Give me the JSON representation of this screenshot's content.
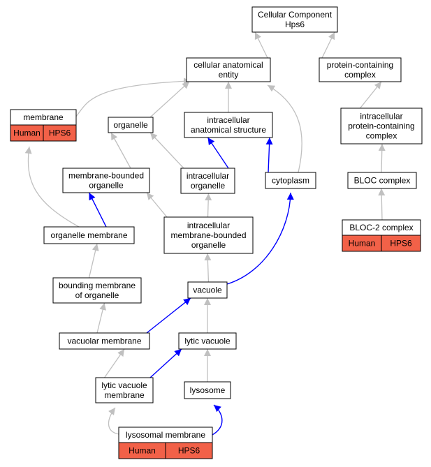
{
  "colors": {
    "is_a_edge": "#c0c0c0",
    "part_of_edge": "#0000ff",
    "annotation_fill": "#f26148",
    "node_fill": "#ffffff",
    "node_border": "#000000"
  },
  "nodes": {
    "root": {
      "lines": [
        "Cellular Component",
        "Hps6"
      ]
    },
    "cellular_anatomical_entity": {
      "lines": [
        "cellular anatomical",
        "entity"
      ]
    },
    "protein_containing_complex": {
      "lines": [
        "protein-containing",
        "complex"
      ]
    },
    "membrane": {
      "lines": [
        "membrane"
      ],
      "annotation": [
        "Human",
        "HPS6"
      ]
    },
    "organelle": {
      "lines": [
        "organelle"
      ]
    },
    "intracellular_anatomical_structure": {
      "lines": [
        "intracellular",
        "anatomical structure"
      ]
    },
    "intracellular_protein_containing_complex": {
      "lines": [
        "intracellular",
        "protein-containing",
        "complex"
      ]
    },
    "membrane_bounded_organelle": {
      "lines": [
        "membrane-bounded",
        "organelle"
      ]
    },
    "intracellular_organelle": {
      "lines": [
        "intracellular",
        "organelle"
      ]
    },
    "cytoplasm": {
      "lines": [
        "cytoplasm"
      ]
    },
    "bloc_complex": {
      "lines": [
        "BLOC complex"
      ]
    },
    "organelle_membrane": {
      "lines": [
        "organelle membrane"
      ]
    },
    "intracellular_membrane_bounded_organelle": {
      "lines": [
        "intracellular",
        "membrane-bounded",
        "organelle"
      ]
    },
    "bloc_2_complex": {
      "lines": [
        "BLOC-2 complex"
      ],
      "annotation": [
        "Human",
        "HPS6"
      ]
    },
    "bounding_membrane_of_organelle": {
      "lines": [
        "bounding membrane",
        "of organelle"
      ]
    },
    "vacuole": {
      "lines": [
        "vacuole"
      ]
    },
    "vacuolar_membrane": {
      "lines": [
        "vacuolar membrane"
      ]
    },
    "lytic_vacuole": {
      "lines": [
        "lytic vacuole"
      ]
    },
    "lytic_vacuole_membrane": {
      "lines": [
        "lytic vacuole",
        "membrane"
      ]
    },
    "lysosome": {
      "lines": [
        "lysosome"
      ]
    },
    "lysosomal_membrane": {
      "lines": [
        "lysosomal membrane"
      ],
      "annotation": [
        "Human",
        "HPS6"
      ]
    }
  },
  "edges": [
    {
      "from": "cellular_anatomical_entity",
      "to": "root",
      "relation": "is_a"
    },
    {
      "from": "protein_containing_complex",
      "to": "root",
      "relation": "is_a"
    },
    {
      "from": "membrane",
      "to": "cellular_anatomical_entity",
      "relation": "is_a"
    },
    {
      "from": "organelle",
      "to": "cellular_anatomical_entity",
      "relation": "is_a"
    },
    {
      "from": "intracellular_anatomical_structure",
      "to": "cellular_anatomical_entity",
      "relation": "is_a"
    },
    {
      "from": "cytoplasm",
      "to": "cellular_anatomical_entity",
      "relation": "is_a"
    },
    {
      "from": "intracellular_protein_containing_complex",
      "to": "protein_containing_complex",
      "relation": "is_a"
    },
    {
      "from": "membrane_bounded_organelle",
      "to": "organelle",
      "relation": "is_a"
    },
    {
      "from": "intracellular_organelle",
      "to": "organelle",
      "relation": "is_a"
    },
    {
      "from": "intracellular_organelle",
      "to": "intracellular_anatomical_structure",
      "relation": "part_of"
    },
    {
      "from": "cytoplasm",
      "to": "intracellular_anatomical_structure",
      "relation": "part_of"
    },
    {
      "from": "bloc_complex",
      "to": "intracellular_protein_containing_complex",
      "relation": "is_a"
    },
    {
      "from": "organelle_membrane",
      "to": "membrane",
      "relation": "is_a"
    },
    {
      "from": "organelle_membrane",
      "to": "membrane_bounded_organelle",
      "relation": "part_of"
    },
    {
      "from": "intracellular_membrane_bounded_organelle",
      "to": "membrane_bounded_organelle",
      "relation": "is_a"
    },
    {
      "from": "intracellular_membrane_bounded_organelle",
      "to": "intracellular_organelle",
      "relation": "is_a"
    },
    {
      "from": "bloc_2_complex",
      "to": "bloc_complex",
      "relation": "is_a"
    },
    {
      "from": "bounding_membrane_of_organelle",
      "to": "organelle_membrane",
      "relation": "is_a"
    },
    {
      "from": "vacuole",
      "to": "intracellular_membrane_bounded_organelle",
      "relation": "is_a"
    },
    {
      "from": "vacuole",
      "to": "cytoplasm",
      "relation": "part_of"
    },
    {
      "from": "vacuolar_membrane",
      "to": "bounding_membrane_of_organelle",
      "relation": "is_a"
    },
    {
      "from": "vacuolar_membrane",
      "to": "vacuole",
      "relation": "part_of"
    },
    {
      "from": "lytic_vacuole",
      "to": "vacuole",
      "relation": "is_a"
    },
    {
      "from": "lytic_vacuole_membrane",
      "to": "vacuolar_membrane",
      "relation": "is_a"
    },
    {
      "from": "lytic_vacuole_membrane",
      "to": "lytic_vacuole",
      "relation": "part_of"
    },
    {
      "from": "lysosome",
      "to": "lytic_vacuole",
      "relation": "is_a"
    },
    {
      "from": "lysosomal_membrane",
      "to": "lytic_vacuole_membrane",
      "relation": "is_a"
    },
    {
      "from": "lysosomal_membrane",
      "to": "lysosome",
      "relation": "part_of"
    }
  ]
}
